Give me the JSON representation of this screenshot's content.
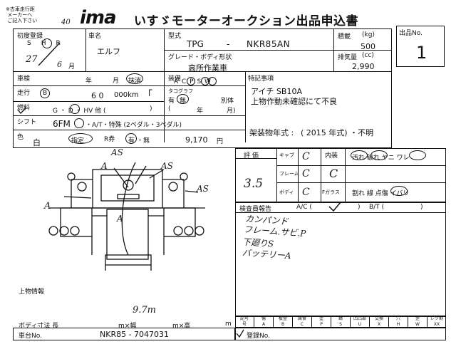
{
  "header": {
    "note": "※古車走行距\n メーカーへ\n ご記入下さい",
    "note_number": "40",
    "logo_text": "ima",
    "title": "いすゞモーターオークション出品申込書",
    "lot_label": "出品No.",
    "lot_number": "1"
  },
  "vehicle": {
    "first_reg_label": "初度登録",
    "era_options": [
      "S",
      "H",
      "R"
    ],
    "first_reg_year": "27",
    "first_reg_month": "6",
    "month_unit": "月",
    "name_label": "車名",
    "name_value": "エルフ",
    "type_label": "型式",
    "type_prefix": "TPG",
    "type_dash": "-",
    "type_value": "NKR85AN",
    "grade_label": "グレード・ボディ形状",
    "grade_value": "高所作業車",
    "capacity_label": "積載",
    "capacity_unit": "(kg)",
    "capacity_value": "500",
    "displacement_label": "排気量",
    "displacement_unit": "(cc)",
    "displacement_value": "2,990"
  },
  "inspection": {
    "label": "車検",
    "year_unit": "年",
    "month_unit": "月",
    "status": "抹消"
  },
  "equipment": {
    "label": "装備",
    "options": "A C P S W"
  },
  "mileage": {
    "label": "走行",
    "unit_circled": "B",
    "value": "6 0",
    "unit": "000km"
  },
  "tacho": {
    "label": "タコグラフ",
    "have": "有",
    "none": "無",
    "separate": "別体",
    "paren_open": "(",
    "paren_close": "月)",
    "year": "年"
  },
  "fuel": {
    "label": "燃料",
    "options": "G ・ D ・ HV 他 (",
    "close": ")"
  },
  "shift": {
    "label": "シフト",
    "value": "6FM",
    "options": "・A/T・特殊 (2ペダル・3ペダル)"
  },
  "color": {
    "label": "色",
    "value": "白",
    "designated": "指定",
    "r_label": "R券",
    "r_have": "有",
    "r_none": "・無",
    "r_amount": "9,170",
    "r_unit": "円"
  },
  "special": {
    "label": "特記事項",
    "line1": "アイチ SB10A",
    "line2": "上物作動未確認にて不良"
  },
  "body_year": {
    "label": "架装物年式 :",
    "value": "( 2015 年式) ・不明"
  },
  "score": {
    "label": "評 価",
    "value": "3.5",
    "cab_label": "キャブ",
    "cab_value": "C",
    "frame_label": "フレーム",
    "frame_value": "C",
    "body_label": "ボディ",
    "body_value": "C",
    "interior_label": "内装",
    "interior_value": "C",
    "interior_options": "汚れ 破れ ヤニ ワレ",
    "glass_label": "Fガラス",
    "glass_options": "割れ 線 点傷 イバリ"
  },
  "report": {
    "label": "検査員報告",
    "ac": "A/C (",
    "ac_close": ")",
    "bt": "B/T (",
    "bt_close": ")",
    "lines": [
      "カンパンド",
      "フレーム.サビ.P",
      "下廻りS",
      "バッテリーA"
    ]
  },
  "diagram": {
    "marks": [
      "A",
      "AS",
      "A",
      "AS",
      "A",
      "A",
      "AS"
    ],
    "upper_label": "上物情報",
    "height_note": "9.7m",
    "dims_label": "ボディ寸法 長",
    "dims_unit1": "m×幅",
    "dims_unit2": "m×高",
    "dims_unit3": "m"
  },
  "footer": {
    "chassis_label": "車台No.",
    "chassis_value": "NKR85 - 7047031",
    "reg_label": "登録No.",
    "legend": [
      {
        "k": "記号",
        "v": "号"
      },
      {
        "k": "傷",
        "v": "A"
      },
      {
        "k": "板金",
        "v": "B"
      },
      {
        "k": "腐食",
        "v": "C"
      },
      {
        "k": "塗",
        "v": "P"
      },
      {
        "k": "錆",
        "v": "S"
      },
      {
        "k": "凹凸部",
        "v": "U"
      },
      {
        "k": "交換",
        "v": "X"
      },
      {
        "k": "穴",
        "v": "H"
      },
      {
        "k": "歪",
        "v": "W"
      },
      {
        "k": "レツ割",
        "v": "XX"
      }
    ]
  }
}
